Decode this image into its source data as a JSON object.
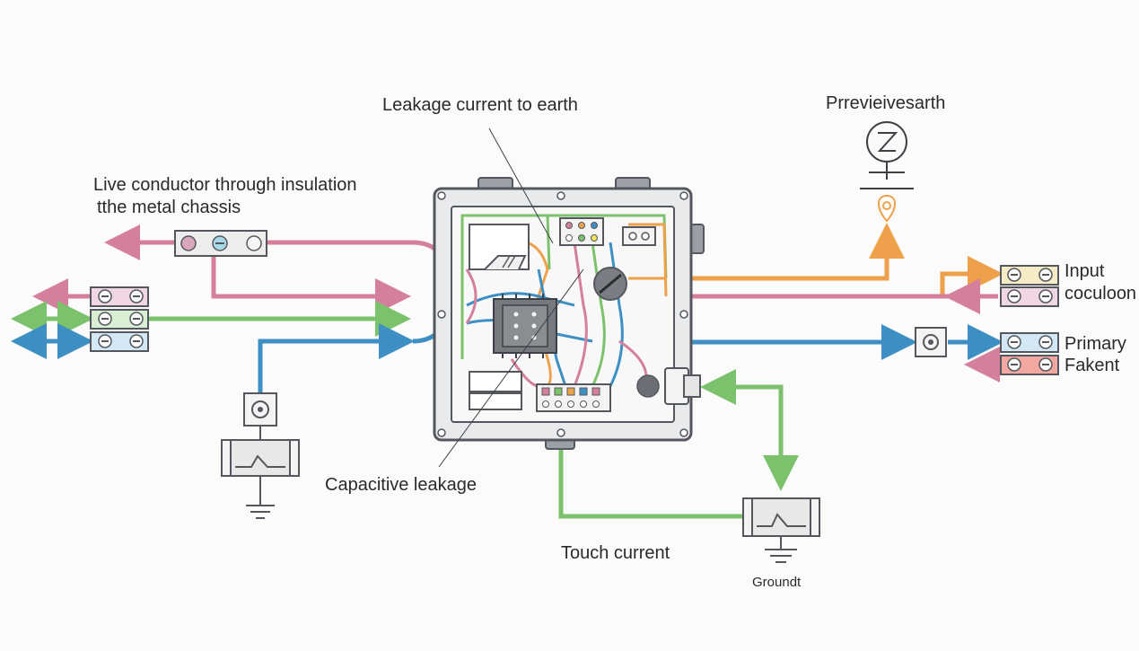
{
  "labels": {
    "leakage_current_to_earth": "Leakage current to earth",
    "live_conductor_line1": "Live conductor through insulation",
    "live_conductor_line2": "tthe metal chassis",
    "protective_earth": "Prrevieivesarth",
    "capacitive_leakage": "Capacitive leakage",
    "touch_current": "Touch current",
    "ground": "Groundt",
    "input": "Input",
    "coculoon": "coculoon",
    "primary": "Primary",
    "fakent": "Fakent"
  },
  "colors": {
    "pink": "#d47f9c",
    "green": "#7cc26c",
    "blue": "#3d8fc4",
    "orange": "#eea14a",
    "chassis_fill": "#e9eaec",
    "chassis_stroke": "#54585e",
    "text": "#2a2a2a"
  },
  "icons": [
    "earth-symbol-icon",
    "location-pin-icon",
    "ground-symbol-icon",
    "switch-box-icon",
    "terminal-block-icon",
    "connector-icon",
    "chip-icon",
    "fuse-icon"
  ]
}
